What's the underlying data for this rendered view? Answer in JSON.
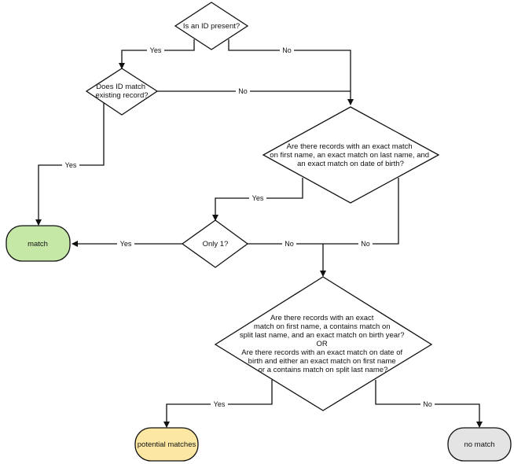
{
  "nodes": {
    "q_id_present": {
      "lines": [
        "Is an ID present?"
      ]
    },
    "q_id_match": {
      "lines": [
        "Does ID match",
        "existing record?"
      ]
    },
    "q_exact_match": {
      "lines": [
        "Are there records with an exact match",
        "on first name, an exact match on last name, and",
        "an exact match on date of birth?"
      ]
    },
    "q_only_one": {
      "lines": [
        "Only 1?"
      ]
    },
    "q_contains_match": {
      "lines": [
        "Are there records with an exact",
        "match on first name, a contains match on",
        "split last name, and an exact match on birth year?",
        "OR",
        "Are there records with an exact match on date of",
        "birth and either an exact match on first name",
        "or a contains match on split last name?"
      ]
    },
    "t_match": {
      "label": "match",
      "color": "#c5e8a7"
    },
    "t_potential": {
      "label": "potential matches",
      "color": "#fce8a2"
    },
    "t_no_match": {
      "label": "no match",
      "color": "#e4e4e4"
    }
  },
  "edges": {
    "id_present_yes": "Yes",
    "id_present_no": "No",
    "id_match_no": "No",
    "id_match_yes": "Yes",
    "exact_yes": "Yes",
    "exact_no": "No",
    "only_one_yes": "Yes",
    "only_one_no": "No",
    "contains_yes": "Yes",
    "contains_no": "No"
  }
}
